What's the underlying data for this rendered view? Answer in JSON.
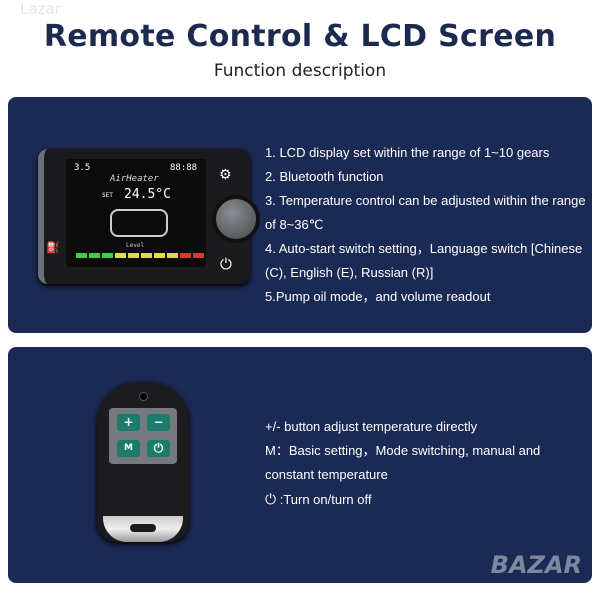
{
  "watermark": "Lazar",
  "header": {
    "title": "Remote Control & LCD Screen",
    "subtitle": "Function description"
  },
  "lcd_panel": {
    "screen": {
      "distance": "3.5",
      "brand": "AirHeater",
      "clock": "88:88",
      "temp": "24.5°C",
      "set_label": "SET",
      "level_label": "Level"
    },
    "features": [
      "1. LCD display set within the range of 1~10 gears",
      "2. Bluetooth function",
      "3. Temperature control can be adjusted within the range of 8~36℃",
      "4. Auto-start switch setting，Language switch [Chinese (C), English (E), Russian (R)]",
      "5.Pump oil mode，and volume readout"
    ]
  },
  "remote_panel": {
    "buttons": {
      "plus": "+",
      "minus": "−",
      "mode": "M",
      "power": "⏻"
    },
    "features": [
      "+/- button adjust temperature directly",
      "M：Basic setting，Mode switching, manual and constant temperature",
      ":Turn on/turn off"
    ],
    "power_icon": "⏻"
  },
  "logo": "BAZAR",
  "colors": {
    "panel": "#1b2a55",
    "title": "#1d2a4f",
    "button": "#1d7b6c"
  }
}
